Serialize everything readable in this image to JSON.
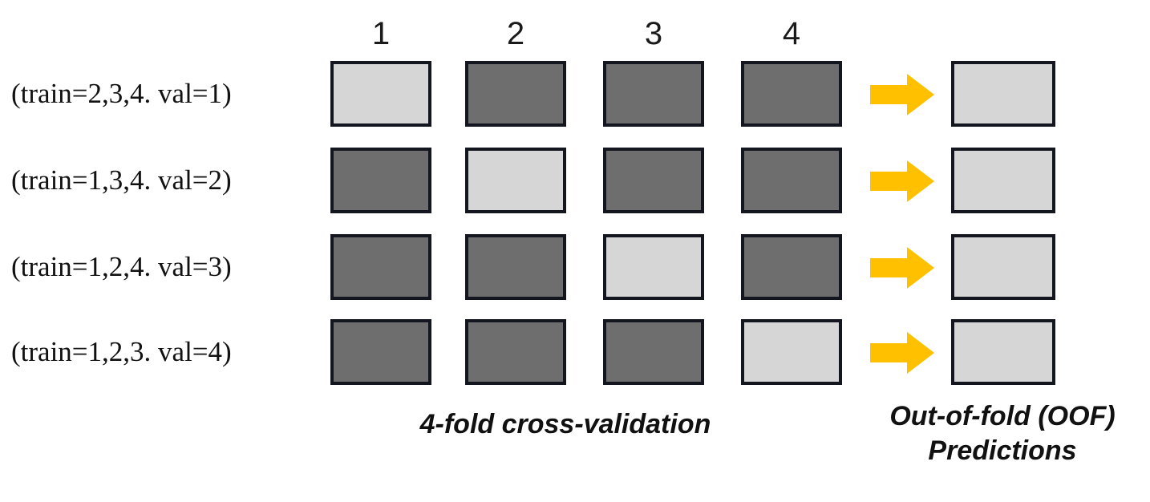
{
  "diagram": {
    "columns": [
      {
        "label": "1"
      },
      {
        "label": "2"
      },
      {
        "label": "3"
      },
      {
        "label": "4"
      }
    ],
    "rows": [
      {
        "label": "(train=2,3,4. val=1)",
        "val_fold": 1,
        "cells": [
          "val",
          "train",
          "train",
          "train"
        ],
        "arrow": "right-arrow-icon",
        "oof": "oof-box"
      },
      {
        "label": "(train=1,3,4. val=2)",
        "val_fold": 2,
        "cells": [
          "train",
          "val",
          "train",
          "train"
        ],
        "arrow": "right-arrow-icon",
        "oof": "oof-box"
      },
      {
        "label": "(train=1,2,4. val=3)",
        "val_fold": 3,
        "cells": [
          "train",
          "train",
          "val",
          "train"
        ],
        "arrow": "right-arrow-icon",
        "oof": "oof-box"
      },
      {
        "label": "(train=1,2,3. val=4)",
        "val_fold": 4,
        "cells": [
          "train",
          "train",
          "train",
          "val"
        ],
        "arrow": "right-arrow-icon",
        "oof": "oof-box"
      }
    ],
    "captions": {
      "cross_validation": "4-fold cross-validation",
      "oof_line1": "Out-of-fold (OOF)",
      "oof_line2": "Predictions"
    },
    "colors": {
      "train_fill": "#6e6e6e",
      "val_fill": "#d6d6d6",
      "oof_fill": "#d6d6d6",
      "border": "#14161f",
      "arrow": "#ffc000",
      "background": "#ffffff",
      "text": "#111111"
    }
  }
}
